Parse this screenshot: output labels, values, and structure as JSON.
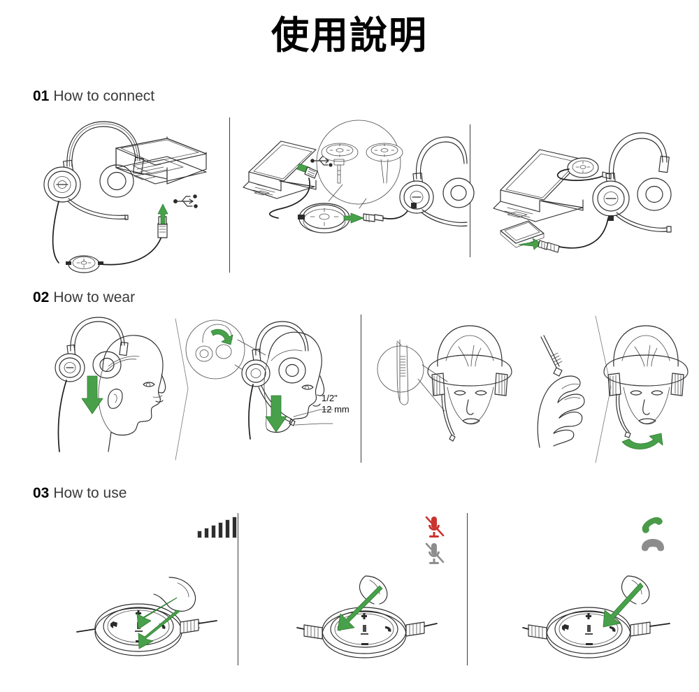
{
  "document": {
    "title": "使用說明",
    "title_meaning": "Instructions for use",
    "background_color": "#ffffff",
    "accent_green": "#48a14a",
    "ink_color": "#2b2b2b",
    "alert_red": "#c9342f",
    "muted_gray": "#8d8d8d"
  },
  "sections": [
    {
      "number": "01",
      "label": "How to connect",
      "panels": [
        {
          "name": "connect-usb-to-laptop",
          "description": "Headset with boom microphone connected through inline control puck to a laptop USB port",
          "devices": [
            "headset",
            "inline-control-puck",
            "usb-plug",
            "laptop"
          ],
          "symbols": [
            "usb-trident-symbol",
            "green-up-arrow"
          ]
        },
        {
          "name": "connect-headset-to-puck",
          "description": "USB plug into laptop and headset 3.5 mm plug into the inline control puck, with magnified detail circle of the puck connector",
          "devices": [
            "laptop",
            "usb-plug",
            "inline-control-puck",
            "headset",
            "magnifier-detail"
          ],
          "symbols": [
            "usb-trident-symbol",
            "green-left-arrow",
            "green-arrow-to-laptop"
          ]
        },
        {
          "name": "connect-to-smartphone",
          "description": "Headset 3.5 mm plug connected to a smartphone; laptop and coiled puck cable shown unused",
          "devices": [
            "laptop",
            "smartphone",
            "inline-control-puck",
            "headset",
            "audio-jack-plug"
          ],
          "symbols": [
            "green-left-arrow"
          ]
        }
      ]
    },
    {
      "number": "02",
      "label": "How to wear",
      "panels": [
        {
          "name": "place-headset-on-head",
          "description": "Side view of head, headset lowered onto the ear",
          "symbols": [
            "green-down-arrow",
            "chevron-next"
          ]
        },
        {
          "name": "position-boom-near-mouth",
          "description": "Side view with headset worn and boom microphone swung down toward the corner of the mouth",
          "symbols": [
            "green-down-arrow",
            "magnifier-detail",
            "leader-line-callout"
          ],
          "callout": {
            "imperial": "1/2\"",
            "metric": "12 mm"
          }
        },
        {
          "name": "check-boom-alignment",
          "description": "Front view of head wearing headset with magnified detail of the microphone boom tip alignment",
          "symbols": [
            "magnifier-detail",
            "leader-line-callout"
          ]
        },
        {
          "name": "adjust-boom-rotation",
          "description": "Hand adjusting the flexible microphone boom, and front view showing the boom rotating into place",
          "symbols": [
            "green-curved-rotation-arrow",
            "chevron-next"
          ]
        }
      ]
    },
    {
      "number": "03",
      "label": "How to use",
      "panels": [
        {
          "name": "adjust-volume",
          "description": "Finger pressing the plus and minus volume rockers on the inline control puck",
          "control": "volume-rocker",
          "status_icon": "volume-level-bars",
          "symbols": [
            "green-up-arrow",
            "green-down-arrow"
          ]
        },
        {
          "name": "mute-microphone",
          "description": "Finger pressing the microphone mute button on the left of the inline control puck",
          "control": "mute-button",
          "status_icon": "microphone-mute-indicator",
          "symbols": [
            "green-down-left-arrow"
          ]
        },
        {
          "name": "answer-end-call",
          "description": "Finger pressing the call button on the right of the inline control puck",
          "control": "call-button",
          "status_icon": "call-handset-indicator",
          "symbols": [
            "green-down-right-arrow"
          ]
        }
      ],
      "status_icons": {
        "volume_bars": {
          "name": "volume-level-bars",
          "bar_count": 6,
          "bar_heights": [
            9,
            13,
            17,
            21,
            25,
            29
          ],
          "color": "#2d2d2d"
        },
        "microphone": {
          "muted_label_color": "#c9342f",
          "unmuted_label_color": "#8d8d8d",
          "states": [
            "muted",
            "unmuted"
          ]
        },
        "call": {
          "answer_color": "#4a9a4a",
          "end_color": "#8d8d8d",
          "states": [
            "answer",
            "end"
          ]
        }
      },
      "puck_controls": {
        "volume_up": "+",
        "volume_down": "−",
        "mute": "mic-glyph",
        "call": "handset-glyph"
      }
    }
  ]
}
